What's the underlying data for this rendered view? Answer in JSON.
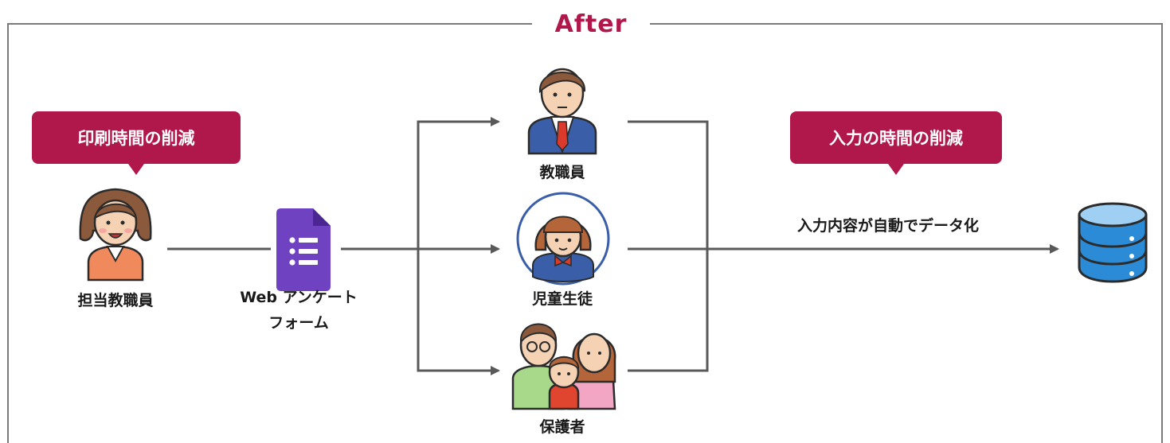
{
  "frame": {
    "title": "After"
  },
  "callouts": {
    "print": "印刷時間の削減",
    "input": "入力の時間の削減"
  },
  "nodes": {
    "staff": "担当教職員",
    "form_line1": "Web アンケート",
    "form_line2": "フォーム",
    "teachers": "教職員",
    "students": "児童生徒",
    "guardians": "保護者",
    "data_label": "入力内容が自動でデータ化"
  },
  "colors": {
    "accent": "#b0174a",
    "line": "#595959",
    "form_purple": "#6f42c1",
    "db_blue": "#2b8bd6"
  },
  "icons": [
    "woman-staff-icon",
    "google-forms-icon",
    "male-teacher-icon",
    "student-girl-icon",
    "family-icon",
    "database-icon"
  ]
}
